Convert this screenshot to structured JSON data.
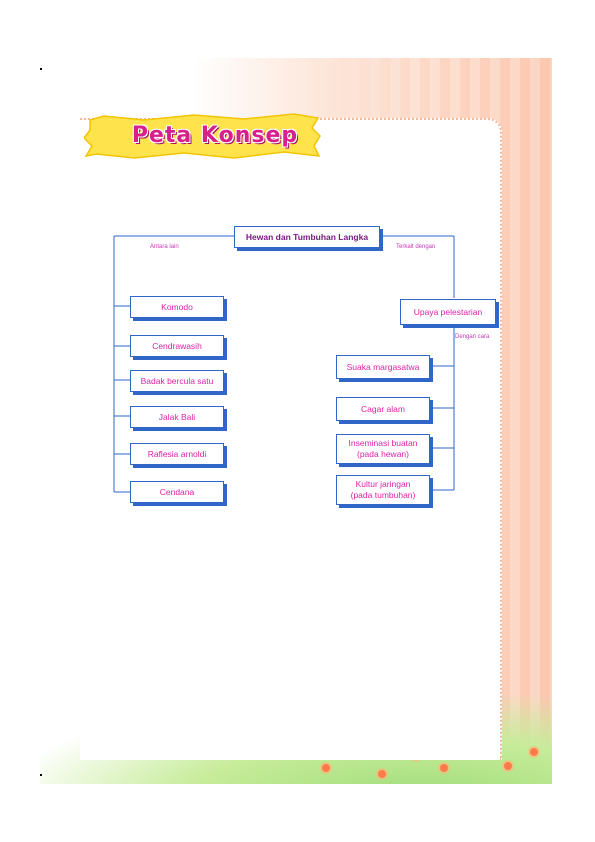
{
  "header": {
    "title": "Peta Konsep"
  },
  "concept_map": {
    "root": "Hewan dan Tumbuhan Langka",
    "left_link_label": "Antara lain",
    "right_link_label": "Terkait dengan",
    "examples": [
      "Komodo",
      "Cendrawasih",
      "Badak bercula satu",
      "Jalak Bali",
      "Raflesia arnoldi",
      "Cendana"
    ],
    "effort": "Upaya pelestarian",
    "effort_link_label": "Dengan cara",
    "methods": [
      "Suaka margasatwa",
      "Cagar alam",
      "Inseminasi buatan\n(pada hewan)",
      "Kultur jaringan\n(pada tumbuhan)"
    ]
  },
  "colors": {
    "box_border": "#2f66c8",
    "box_text": "#e020a8",
    "title": "#d8208c",
    "banner": "#ffe34d"
  }
}
